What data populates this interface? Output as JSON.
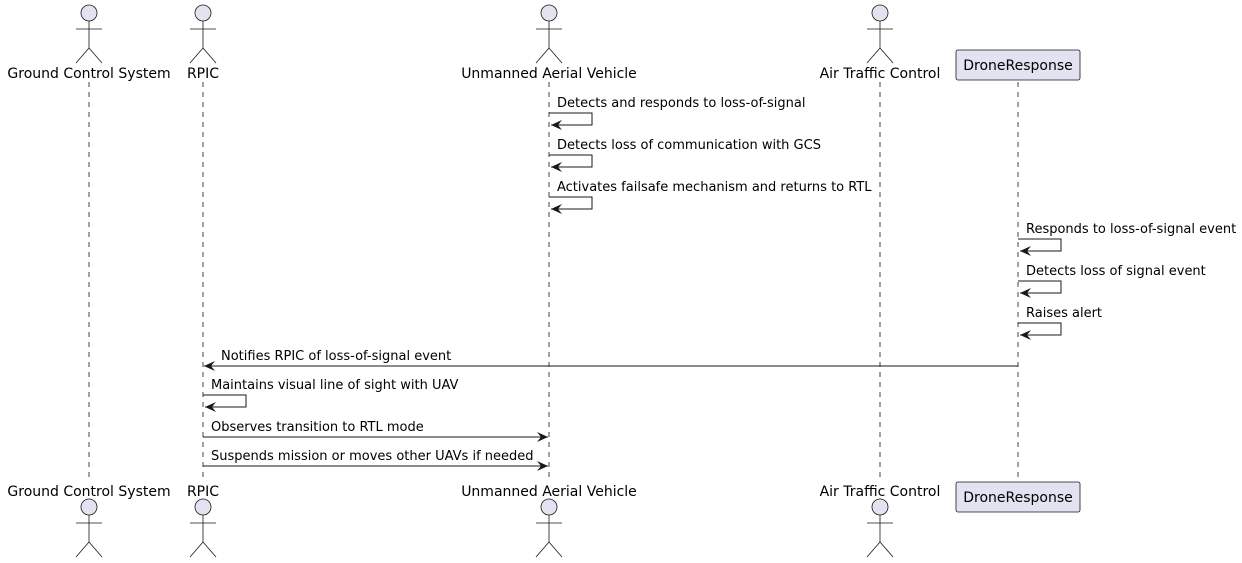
{
  "participants": [
    {
      "id": "gcs",
      "label": "Ground Control System",
      "kind": "actor"
    },
    {
      "id": "rpic",
      "label": "RPIC",
      "kind": "actor"
    },
    {
      "id": "uav",
      "label": "Unmanned Aerial Vehicle",
      "kind": "actor"
    },
    {
      "id": "atc",
      "label": "Air Traffic Control",
      "kind": "actor"
    },
    {
      "id": "dr",
      "label": "DroneResponse",
      "kind": "participant"
    }
  ],
  "messages": [
    {
      "from": "uav",
      "to": "uav",
      "text": "Detects and responds to loss-of-signal"
    },
    {
      "from": "uav",
      "to": "uav",
      "text": "Detects loss of communication with GCS"
    },
    {
      "from": "uav",
      "to": "uav",
      "text": "Activates failsafe mechanism and returns to RTL"
    },
    {
      "from": "dr",
      "to": "dr",
      "text": "Responds to loss-of-signal event"
    },
    {
      "from": "dr",
      "to": "dr",
      "text": "Detects loss of signal event"
    },
    {
      "from": "dr",
      "to": "dr",
      "text": "Raises alert"
    },
    {
      "from": "dr",
      "to": "rpic",
      "text": "Notifies RPIC of loss-of-signal event"
    },
    {
      "from": "rpic",
      "to": "rpic",
      "text": "Maintains visual line of sight with UAV"
    },
    {
      "from": "rpic",
      "to": "uav",
      "text": "Observes transition to RTL mode"
    },
    {
      "from": "rpic",
      "to": "uav",
      "text": "Suspends mission or moves other UAVs if needed"
    }
  ],
  "colors": {
    "actor_fill": "#e2e2f0",
    "actor_stroke": "#181818",
    "lifeline": "#181818",
    "arrow": "#181818"
  }
}
